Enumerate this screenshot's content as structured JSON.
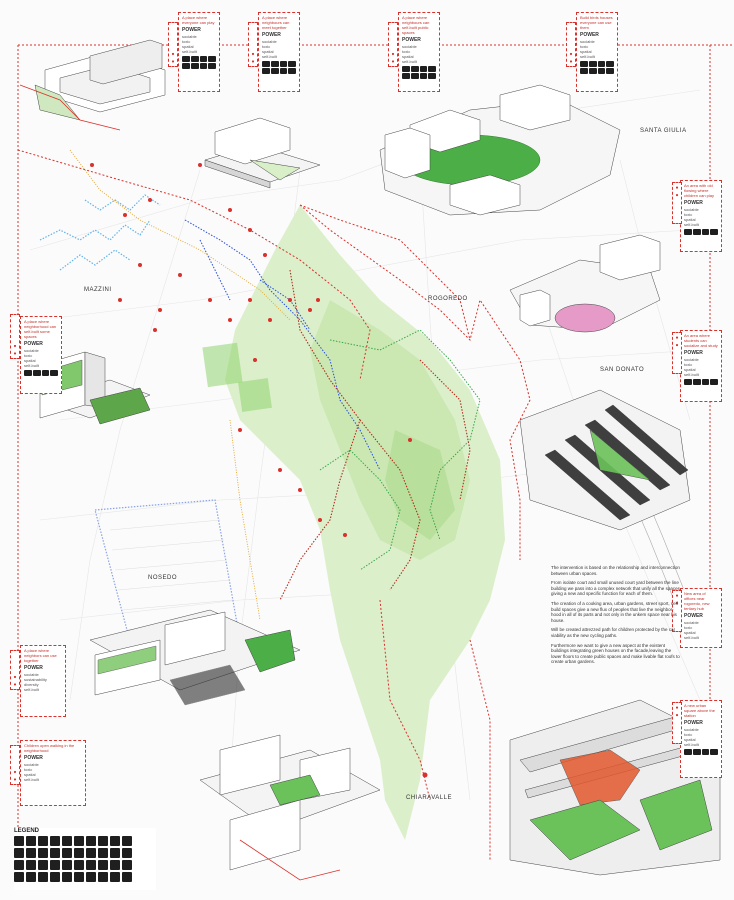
{
  "places": {
    "santa_giulia": "SANTA GIULIA",
    "mazzini": "MAZZINI",
    "rogoredo": "ROGOREDO",
    "san_donato": "SAN DONATO",
    "nosedo": "NOSEDO",
    "chiaravalle": "CHIARAVALLE"
  },
  "cards": {
    "top1": {
      "desc": "A place where everyone can play",
      "power": "POWER",
      "rows": [
        "sociable",
        "toxic",
        "spatial",
        "self-built"
      ]
    },
    "top2": {
      "desc": "A place where neighbours can meet together",
      "power": "POWER",
      "rows": [
        "sociable",
        "toxic",
        "spatial",
        "self-built"
      ]
    },
    "top3": {
      "desc": "A place where neighbours can self-built public spaces",
      "power": "POWER",
      "rows": [
        "sociable",
        "toxic",
        "spatial",
        "self-built"
      ]
    },
    "top4": {
      "desc": "Build birds houses everyone can use them",
      "power": "POWER",
      "rows": [
        "sociable",
        "toxic",
        "spatial",
        "self-built"
      ]
    },
    "left1": {
      "desc": "A place where neighborhood can self-built some spaces",
      "power": "POWER",
      "rows": [
        "sociable",
        "toxic",
        "spatial",
        "self-built"
      ]
    },
    "left2": {
      "desc": "A place where neighbors can use together",
      "power": "POWER",
      "rows": [
        "sociable",
        "sustainability",
        "diversity",
        "self-built"
      ]
    },
    "left3": {
      "desc": "Children open walking in the neighborhood",
      "power": "POWER",
      "rows": [
        "sociable",
        "toxic",
        "spatial",
        "self-built"
      ]
    },
    "right1": {
      "desc": "An area with old flowing where children can play",
      "power": "POWER",
      "rows": [
        "sociable",
        "toxic",
        "spatial",
        "self-built"
      ]
    },
    "right2": {
      "desc": "An area where students can socialize and study",
      "power": "POWER",
      "rows": [
        "sociable",
        "toxic",
        "spatial",
        "self-built"
      ]
    },
    "right3": {
      "desc": "New area of offices near rogoredo, new tertiary hub",
      "power": "POWER",
      "rows": [
        "sociable",
        "toxic",
        "spatial",
        "self-built"
      ]
    },
    "right4": {
      "desc": "A new urban square above the station",
      "power": "POWER",
      "rows": [
        "sociable",
        "toxic",
        "spatial",
        "self-built"
      ]
    }
  },
  "text": {
    "p1": "The intervention is based on the relationship and interconnection between urban spaces.",
    "p2": "From isolate court and small unused court yard between the line building we pass into a complex network that unify all the spaces giving a new and specific function for each of them.",
    "p3": "The creation of a cooking area, urban gardens, street sport, self build spaces give a new flux of peoples that live the neighbor- hood in all of its parts and not only in the unkem space near his house.",
    "p4": "Will be created attrezzed path for children protected by the car viability as the new cycling paths.",
    "p5": "Furthermore we want to give a new aspect at the existent buildings integrating green houses on the facade,leaving the lower floors to create public spaces and make livable flat roofs to create urban gardens."
  },
  "legend": {
    "title": "LEGEND"
  },
  "colors": {
    "red": "#d9312b",
    "green": "#7ccb6a",
    "light_green": "#d8f0c4",
    "blue": "#2a4fd6",
    "light_blue": "#62b3e8",
    "dark": "#1f1f1f"
  }
}
